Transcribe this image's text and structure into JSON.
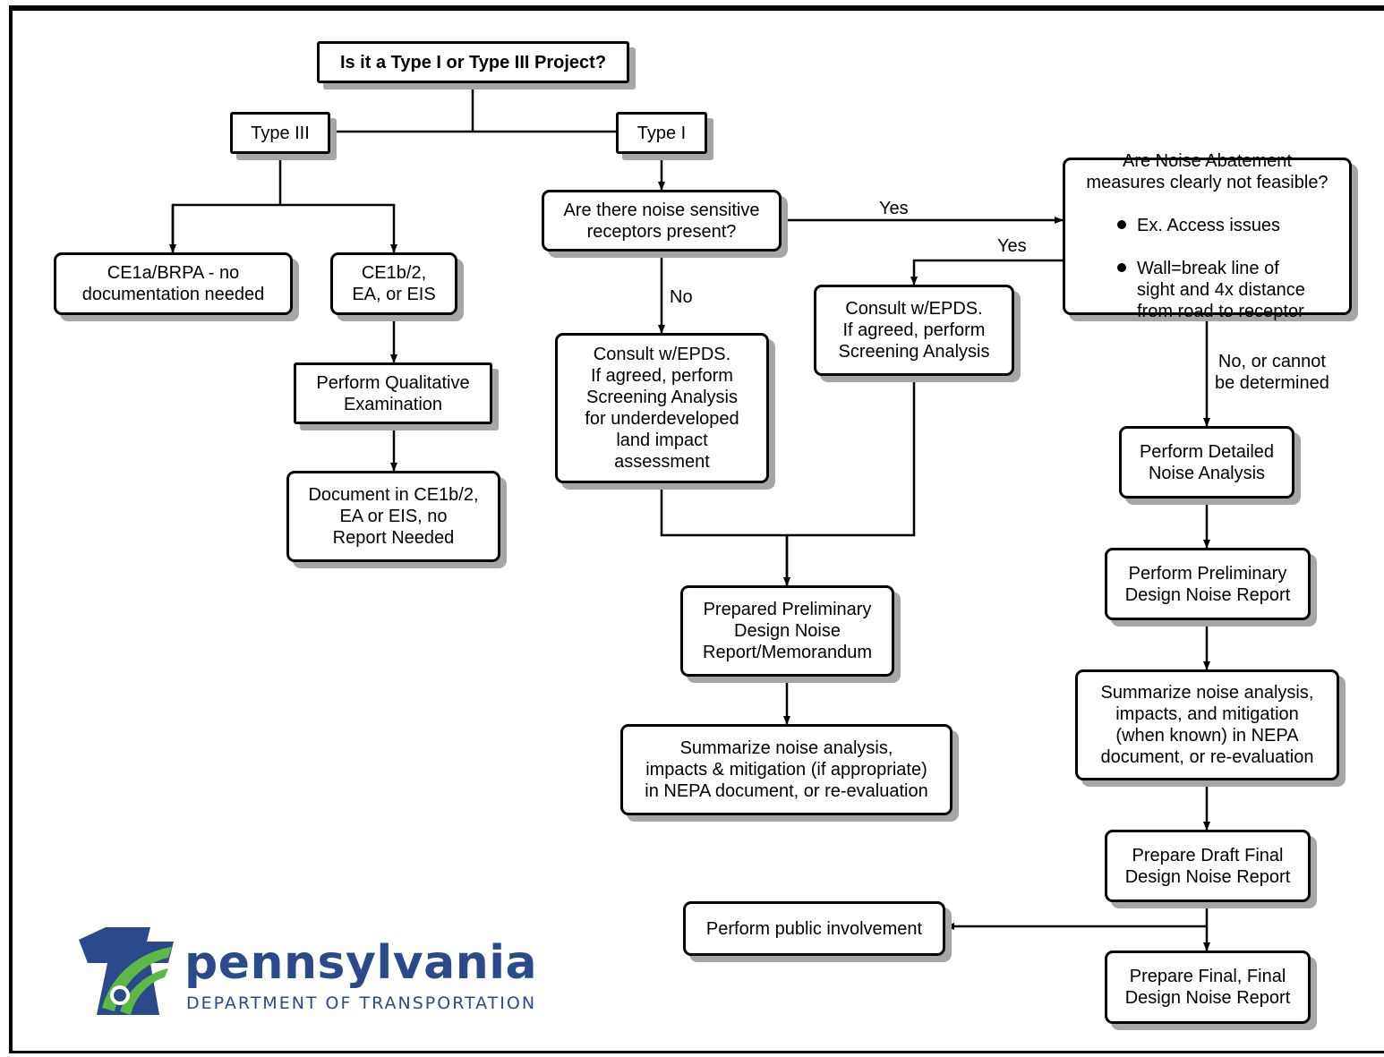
{
  "nodes": {
    "start": "Is it a Type I or Type III Project?",
    "type3": "Type III",
    "type1": "Type I",
    "ce1a": "CE1a/BRPA - no\ndocumentation needed",
    "ce1b": "CE1b/2,\nEA, or EIS",
    "qualitative": "Perform Qualitative\nExamination",
    "document": "Document in CE1b/2,\nEA or EIS, no\nReport Needed",
    "receptors": "Are there noise sensitive\nreceptors present?",
    "consult_left": "Consult w/EPDS.\nIf agreed, perform\nScreening Analysis\nfor underdeveloped\nland impact\nassessment",
    "consult_mid": "Consult w/EPDS.\nIf agreed, perform\nScreening Analysis",
    "abatement_title": "Are Noise Abatement\nmeasures clearly not feasible?",
    "abatement_bullets": [
      "Ex. Access issues",
      "Wall=break line of\nsight and 4x distance\nfrom road to receptor"
    ],
    "prelim_memo": "Prepared Preliminary\nDesign Noise\nReport/Memorandum",
    "summarize_left": "Summarize noise analysis,\nimpacts & mitigation (if appropriate)\nin NEPA document, or re-evaluation",
    "detailed": "Perform Detailed\nNoise Analysis",
    "prelim_report": "Perform Preliminary\nDesign Noise Report",
    "summarize_right": "Summarize noise analysis,\nimpacts, and mitigation\n(when known) in NEPA\ndocument, or re-evaluation",
    "draft_final": "Prepare Draft Final\nDesign Noise Report",
    "public": "Perform public involvement",
    "final": "Prepare Final, Final\nDesign Noise Report"
  },
  "edge_labels": {
    "yes_top": "Yes",
    "yes_mid": "Yes",
    "no": "No",
    "no_cannot": "No, or cannot\nbe determined"
  },
  "logo": {
    "name": "pennsylvania",
    "subtitle": "DEPARTMENT OF TRANSPORTATION"
  },
  "colors": {
    "shadow": "#a6a6a6",
    "logo_blue": "#2b4a8b",
    "logo_green": "#5db848"
  }
}
